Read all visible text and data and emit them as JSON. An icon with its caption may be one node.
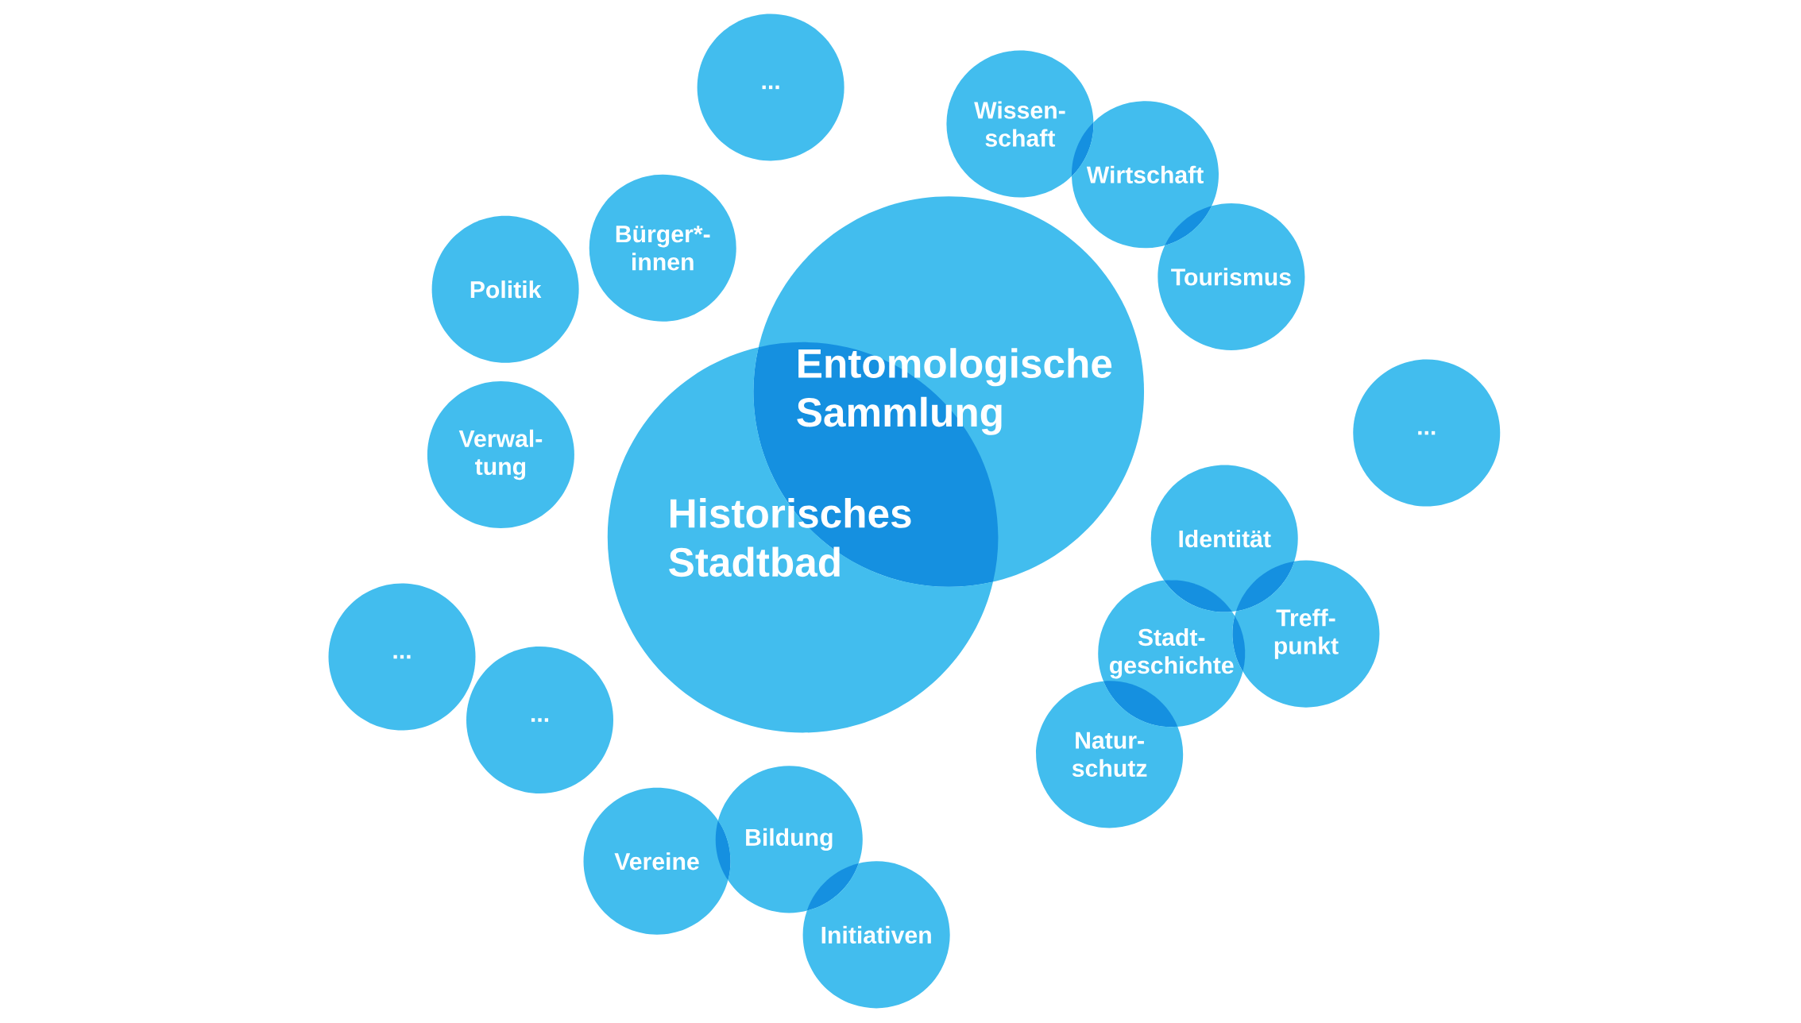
{
  "diagram": {
    "nodes": [
      {
        "text": [
          "..."
        ]
      },
      {
        "text": [
          "Wissen- schaft"
        ]
      },
      {
        "text": [
          "Wirtschaft"
        ]
      },
      {
        "text": [
          "Tourismus"
        ]
      },
      {
        "text": [
          "Bürger*- innen"
        ]
      },
      {
        "text": [
          "Politik"
        ]
      },
      {
        "text": [
          "Entomologische Sammlung"
        ]
      },
      {
        "text": [
          "..."
        ]
      },
      {
        "text": [
          "Verwal- tung"
        ]
      },
      {
        "text": [
          "Historisches Stadtbad"
        ]
      },
      {
        "text": [
          "Identität"
        ]
      },
      {
        "text": [
          "Treff- punkt"
        ]
      },
      {
        "text": [
          "Stadt- geschichte"
        ]
      },
      {
        "text": [
          "..."
        ]
      },
      {
        "text": [
          "..."
        ]
      },
      {
        "text": [
          "Natur- schutz"
        ]
      },
      {
        "text": [
          "Vereine"
        ]
      },
      {
        "text": [
          "Bildung"
        ]
      },
      {
        "text": [
          "Initiativen"
        ]
      }
    ]
  }
}
